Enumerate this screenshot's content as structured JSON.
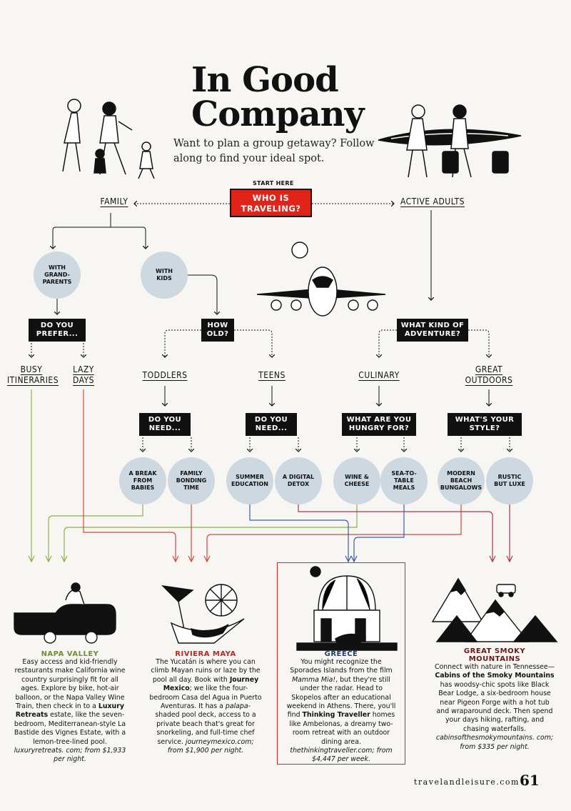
{
  "header": {
    "title_line1": "In Good",
    "title_line2": "Company",
    "subtitle": "Want to plan a group getaway? Follow along to find your ideal spot."
  },
  "start": {
    "label": "START HERE",
    "line1": "WHO IS",
    "line2": "TRAVELING?"
  },
  "branches": {
    "family": "FAMILY",
    "active": "ACTIVE ADULTS"
  },
  "family": {
    "grandparents": [
      "WITH",
      "GRAND-",
      "PARENTS"
    ],
    "kids": [
      "WITH",
      "KIDS"
    ],
    "prefer": [
      "DO YOU",
      "PREFER..."
    ],
    "busy": [
      "BUSY",
      "ITINERARIES"
    ],
    "lazy": [
      "LAZY",
      "DAYS"
    ],
    "how_old": [
      "HOW",
      "OLD?"
    ],
    "toddlers": "TODDLERS",
    "teens": "TEENS",
    "need1": [
      "DO YOU",
      "NEED..."
    ],
    "need2": [
      "DO YOU",
      "NEED..."
    ],
    "break": [
      "A BREAK",
      "FROM",
      "BABIES"
    ],
    "bonding": [
      "FAMILY",
      "BONDING",
      "TIME"
    ],
    "summer": [
      "SUMMER",
      "EDUCATION"
    ],
    "detox": [
      "A DIGITAL",
      "DETOX"
    ]
  },
  "active": {
    "adventure": [
      "WHAT KIND OF",
      "ADVENTURE?"
    ],
    "culinary": "CULINARY",
    "outdoors": [
      "GREAT",
      "OUTDOORS"
    ],
    "hungry": [
      "WHAT ARE YOU",
      "HUNGRY FOR?"
    ],
    "style": [
      "WHAT'S YOUR",
      "STYLE?"
    ],
    "wine": [
      "WINE &",
      "CHEESE"
    ],
    "sea": [
      "SEA-TO-",
      "TABLE",
      "MEALS"
    ],
    "modern": [
      "MODERN",
      "BEACH",
      "BUNGALOWS"
    ],
    "rustic": [
      "RUSTIC",
      "BUT LUXE"
    ]
  },
  "destinations": {
    "napa": {
      "title": "NAPA VALLEY",
      "p1": "Easy access and kid-friendly restaurants make California wine country surprisingly fit for all ages. Explore by bike, hot-air balloon, or the Napa Valley Wine Train, then check in to a ",
      "bold": "Luxury Retreats",
      "p2": " estate, like the seven-bedroom, Mediterranean-style La Bastide des Vignes Estate, with a lemon-tree-lined pool. ",
      "ital": "luxuryretreats. com; from $1,933 per night."
    },
    "riviera": {
      "title": "RIVIERA MAYA",
      "p1": "The Yucatán is where you can climb Mayan ruins or laze by the pool all day. Book with ",
      "bold": "Journey Mexico",
      "p2": "; we like the four-bedroom Casa del Agua in Puerto Aventuras. It has a ",
      "ital1": "palapa",
      "p3": "-shaded pool deck, access to a private beach that's great for snorkeling, and full-time chef service. ",
      "ital": "journeymexico.com; from $1,900 per night."
    },
    "greece": {
      "title": "GREECE",
      "p1": "You might recognize the Sporades Islands from the film ",
      "ital1": "Mamma Mia!",
      "p2": ", but they're still under the radar. Head to Skopelos after an educational weekend in Athens. There, you'll find ",
      "bold": "Thinking Traveller",
      "p3": " homes like Ambelonas, a dreamy two-room retreat with an outdoor dining area. ",
      "ital": "thethinkingtraveller.com; from $4,447 per week."
    },
    "smoky": {
      "title1": "GREAT SMOKY",
      "title2": "MOUNTAINS",
      "p1": "Connect with nature in Tennessee—",
      "bold": "Cabins of the Smoky Mountains",
      "p2": " has woodsy-chic spots like Black Bear Lodge, a six-bedroom house near Pigeon Forge with a hot tub and wraparound deck. Then spend your days hiking, rafting, and chasing waterfalls. ",
      "ital": "cabinsofthesmokymountains. com; from $335 per night."
    }
  },
  "footer": {
    "url": "travelandleisure.com",
    "page": "61"
  },
  "colors": {
    "red": "#e2231a",
    "circle": "#cdd8e0",
    "napa": "#6e8f2e",
    "riviera": "#c4241b",
    "greece": "#1d3e78",
    "smoky": "#6a1a1a"
  }
}
